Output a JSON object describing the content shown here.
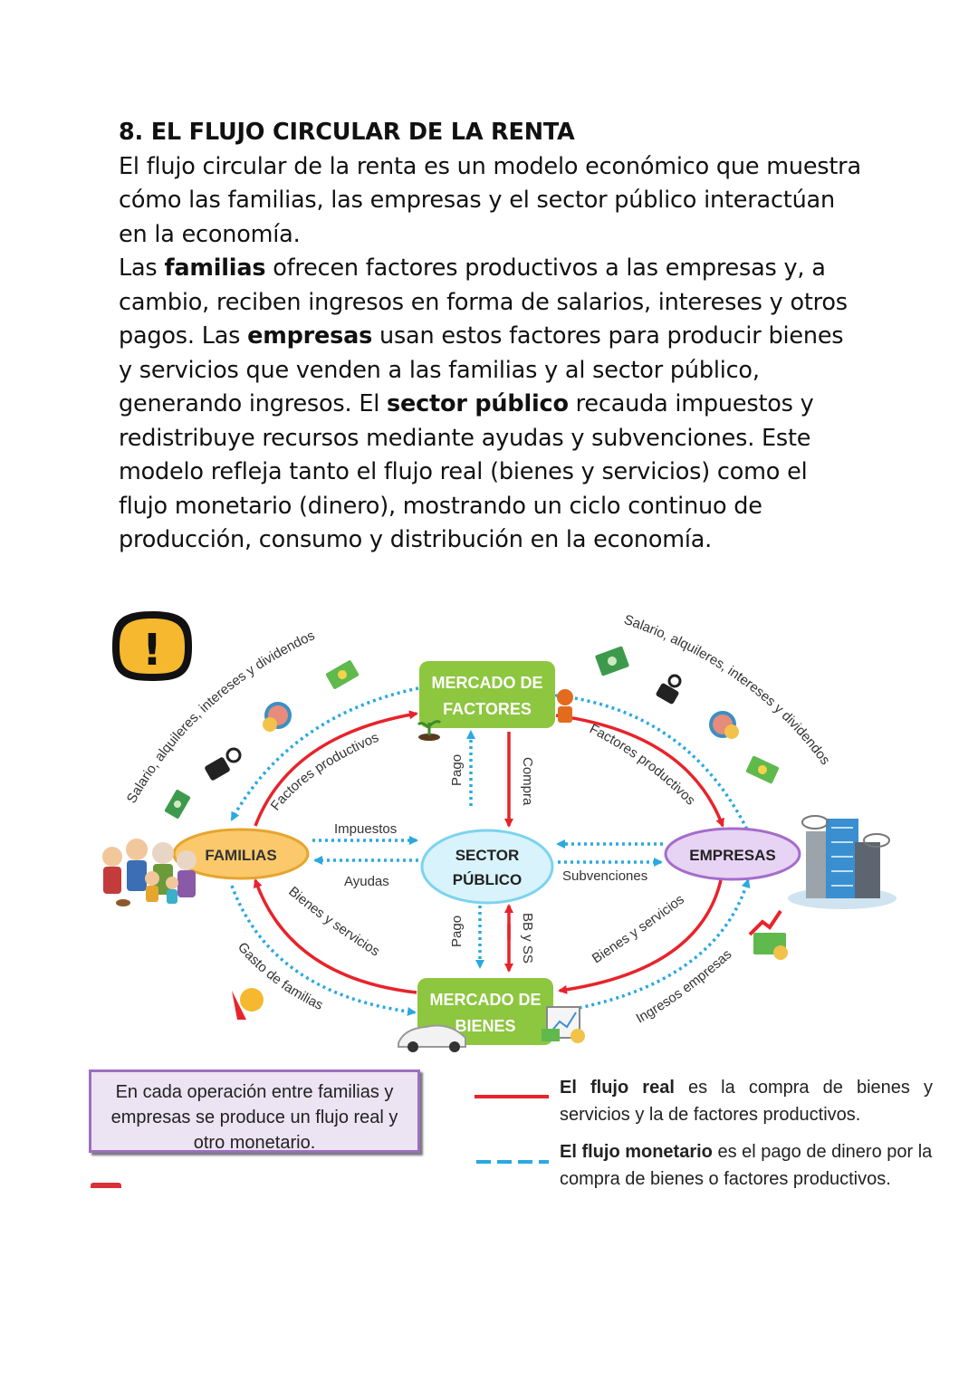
{
  "heading": "8. EL FLUJO CIRCULAR DE LA RENTA",
  "paragraph1": "El flujo circular de la renta es un modelo económico que muestra cómo las familias, las empresas y el sector público interactúan en la economía.",
  "paragraph2": {
    "p1": "Las ",
    "b1": "familias",
    "p2": " ofrecen factores productivos a las empresas y, a cambio, reciben ingresos en forma de salarios, intereses y otros pagos. Las ",
    "b2": "empresas",
    "p3": " usan estos factores para producir bienes y servicios que venden a las familias y al sector público, generando ingresos. El ",
    "b3": "sector público",
    "p4": " recauda impuestos y redistribuye recursos mediante ayudas y subvenciones. Este modelo refleja tanto el flujo real (bienes y servicios) como el flujo monetario (dinero), mostrando un ciclo continuo de producción, consumo y distribución en la economía."
  },
  "diagram": {
    "warning_icon": "!",
    "nodes": {
      "mercado_factores_1": "MERCADO DE",
      "mercado_factores_2": "FACTORES",
      "familias": "FAMILIAS",
      "sector_publico_1": "SECTOR",
      "sector_publico_2": "PÚBLICO",
      "empresas": "EMPRESAS",
      "mercado_bienes_1": "MERCADO DE",
      "mercado_bienes_2": "BIENES"
    },
    "labels": {
      "salario_left": "Salario, alquileres, intereses y dividendos",
      "factores_left": "Factores productivos",
      "salario_right": "Salario, alquileres, intereses y dividendos",
      "factores_right": "Factores productivos",
      "pago_top": "Pago",
      "compra": "Compra",
      "impuestos": "Impuestos",
      "ayudas": "Ayudas",
      "subvenciones": "Subvenciones",
      "bienes_left": "Bienes y servicios",
      "gasto_familias": "Gasto de familias",
      "pago_bottom": "Pago",
      "bbyss": "BB y SS",
      "bienes_right": "Bienes y servicios",
      "ingresos_empresas": "Ingresos empresas"
    },
    "colors": {
      "real_flow": "#e8232b",
      "monetary_flow": "#29a9e0",
      "market_node": "#8dc63f",
      "familias_node": "#fbc96b",
      "sector_node": "#d8f3fb",
      "empresas_node": "#e7d3f3"
    }
  },
  "note_box": "En cada operación entre familias y empresas se produce un flujo real y otro monetario.",
  "legend": {
    "real_bold": "El flujo real",
    "real_rest": " es la compra de bienes y servicios y la de factores productivos.",
    "monetary_bold": "El flujo monetario",
    "monetary_rest": " es el pago de dinero por la compra de bienes o factores productivos."
  }
}
